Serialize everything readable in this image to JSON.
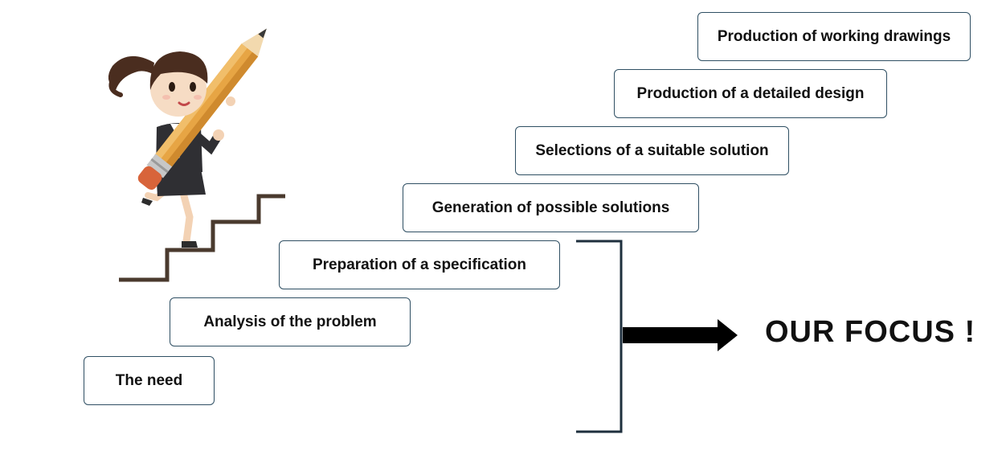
{
  "steps": [
    "The need",
    "Analysis of the problem",
    "Preparation of a specification",
    "Generation of possible solutions",
    "Selections of a suitable solution",
    "Production of a detailed design",
    "Production of working drawings"
  ],
  "focus_label": "OUR FOCUS !"
}
